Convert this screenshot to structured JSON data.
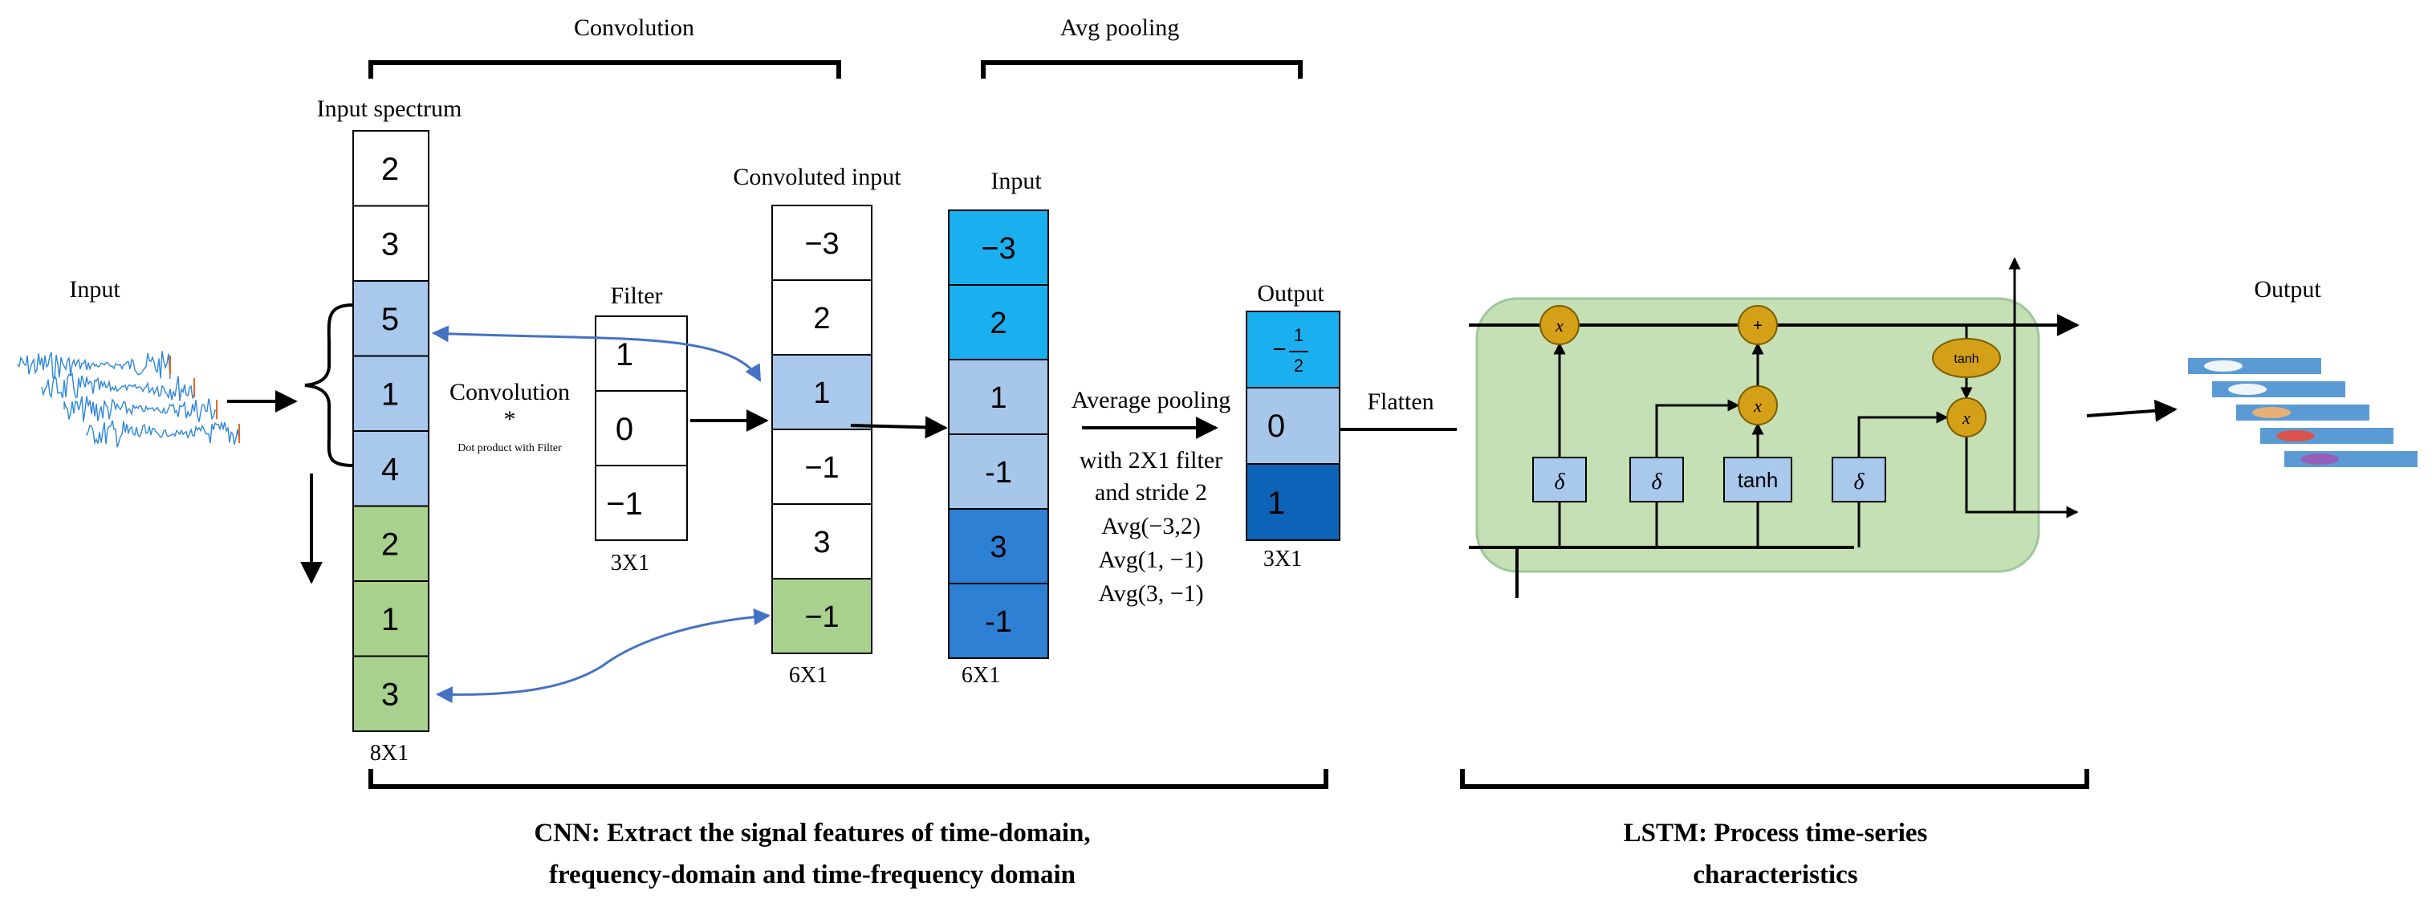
{
  "colors": {
    "white_cell": "#ffffff",
    "blue_light_cell": "#a8c8ec",
    "green_cell": "#a9d18e",
    "pool_sky": "#1ab0f0",
    "pool_mid": "#2e80d4",
    "pool_dark": "#0d63b8",
    "pool_light": "#a7c7ea",
    "lstm_bg": "#c5e0b4",
    "lstm_border": "#9ec79a",
    "gate_gold": "#d4a017",
    "arrow_blue": "#4472c4"
  },
  "headers": {
    "convolution": "Convolution",
    "avg_pooling": "Avg pooling"
  },
  "input_section": {
    "label": "Input"
  },
  "input_spectrum": {
    "label": "Input spectrum",
    "cells": [
      "2",
      "3",
      "5",
      "1",
      "4",
      "2",
      "1",
      "3"
    ],
    "size_label": "8X1"
  },
  "convolution_op": {
    "label": "Convolution",
    "symbol": "*",
    "note": "Dot product with Filter"
  },
  "filter": {
    "label": "Filter",
    "cells": [
      "1",
      "0",
      "−1"
    ],
    "size_label": "3X1"
  },
  "convoluted": {
    "label": "Convoluted input",
    "cells": [
      "−3",
      "2",
      "1",
      "−1",
      "3",
      "−1"
    ],
    "size_label": "6X1"
  },
  "pool_input": {
    "label": "Input",
    "cells": [
      "−3",
      "2",
      "1",
      "-1",
      "3",
      "-1"
    ],
    "size_label": "6X1"
  },
  "pooling_text": {
    "title": "Average pooling",
    "line1": "with 2X1 filter",
    "line2": "and stride 2",
    "avg1": "Avg(−3,2)",
    "avg2": "Avg(1, −1)",
    "avg3": "Avg(3, −1)"
  },
  "pool_output": {
    "label": "Output",
    "fraction_sign": "−",
    "fraction_num": "1",
    "fraction_den": "2",
    "cells": [
      "0",
      "1"
    ],
    "size_label": "3X1"
  },
  "flatten_label": "Flatten",
  "lstm_cell": {
    "gate_x": "x",
    "gate_plus": "+",
    "gate_tanh": "tanh",
    "sigma": "δ",
    "tanh_box": "tanh"
  },
  "output_section": {
    "label": "Output"
  },
  "captions": {
    "cnn_line1": "CNN: Extract the signal features of time-domain,",
    "cnn_line2": "frequency-domain and time-frequency domain",
    "lstm_line1": "LSTM: Process time-series",
    "lstm_line2": "characteristics"
  }
}
